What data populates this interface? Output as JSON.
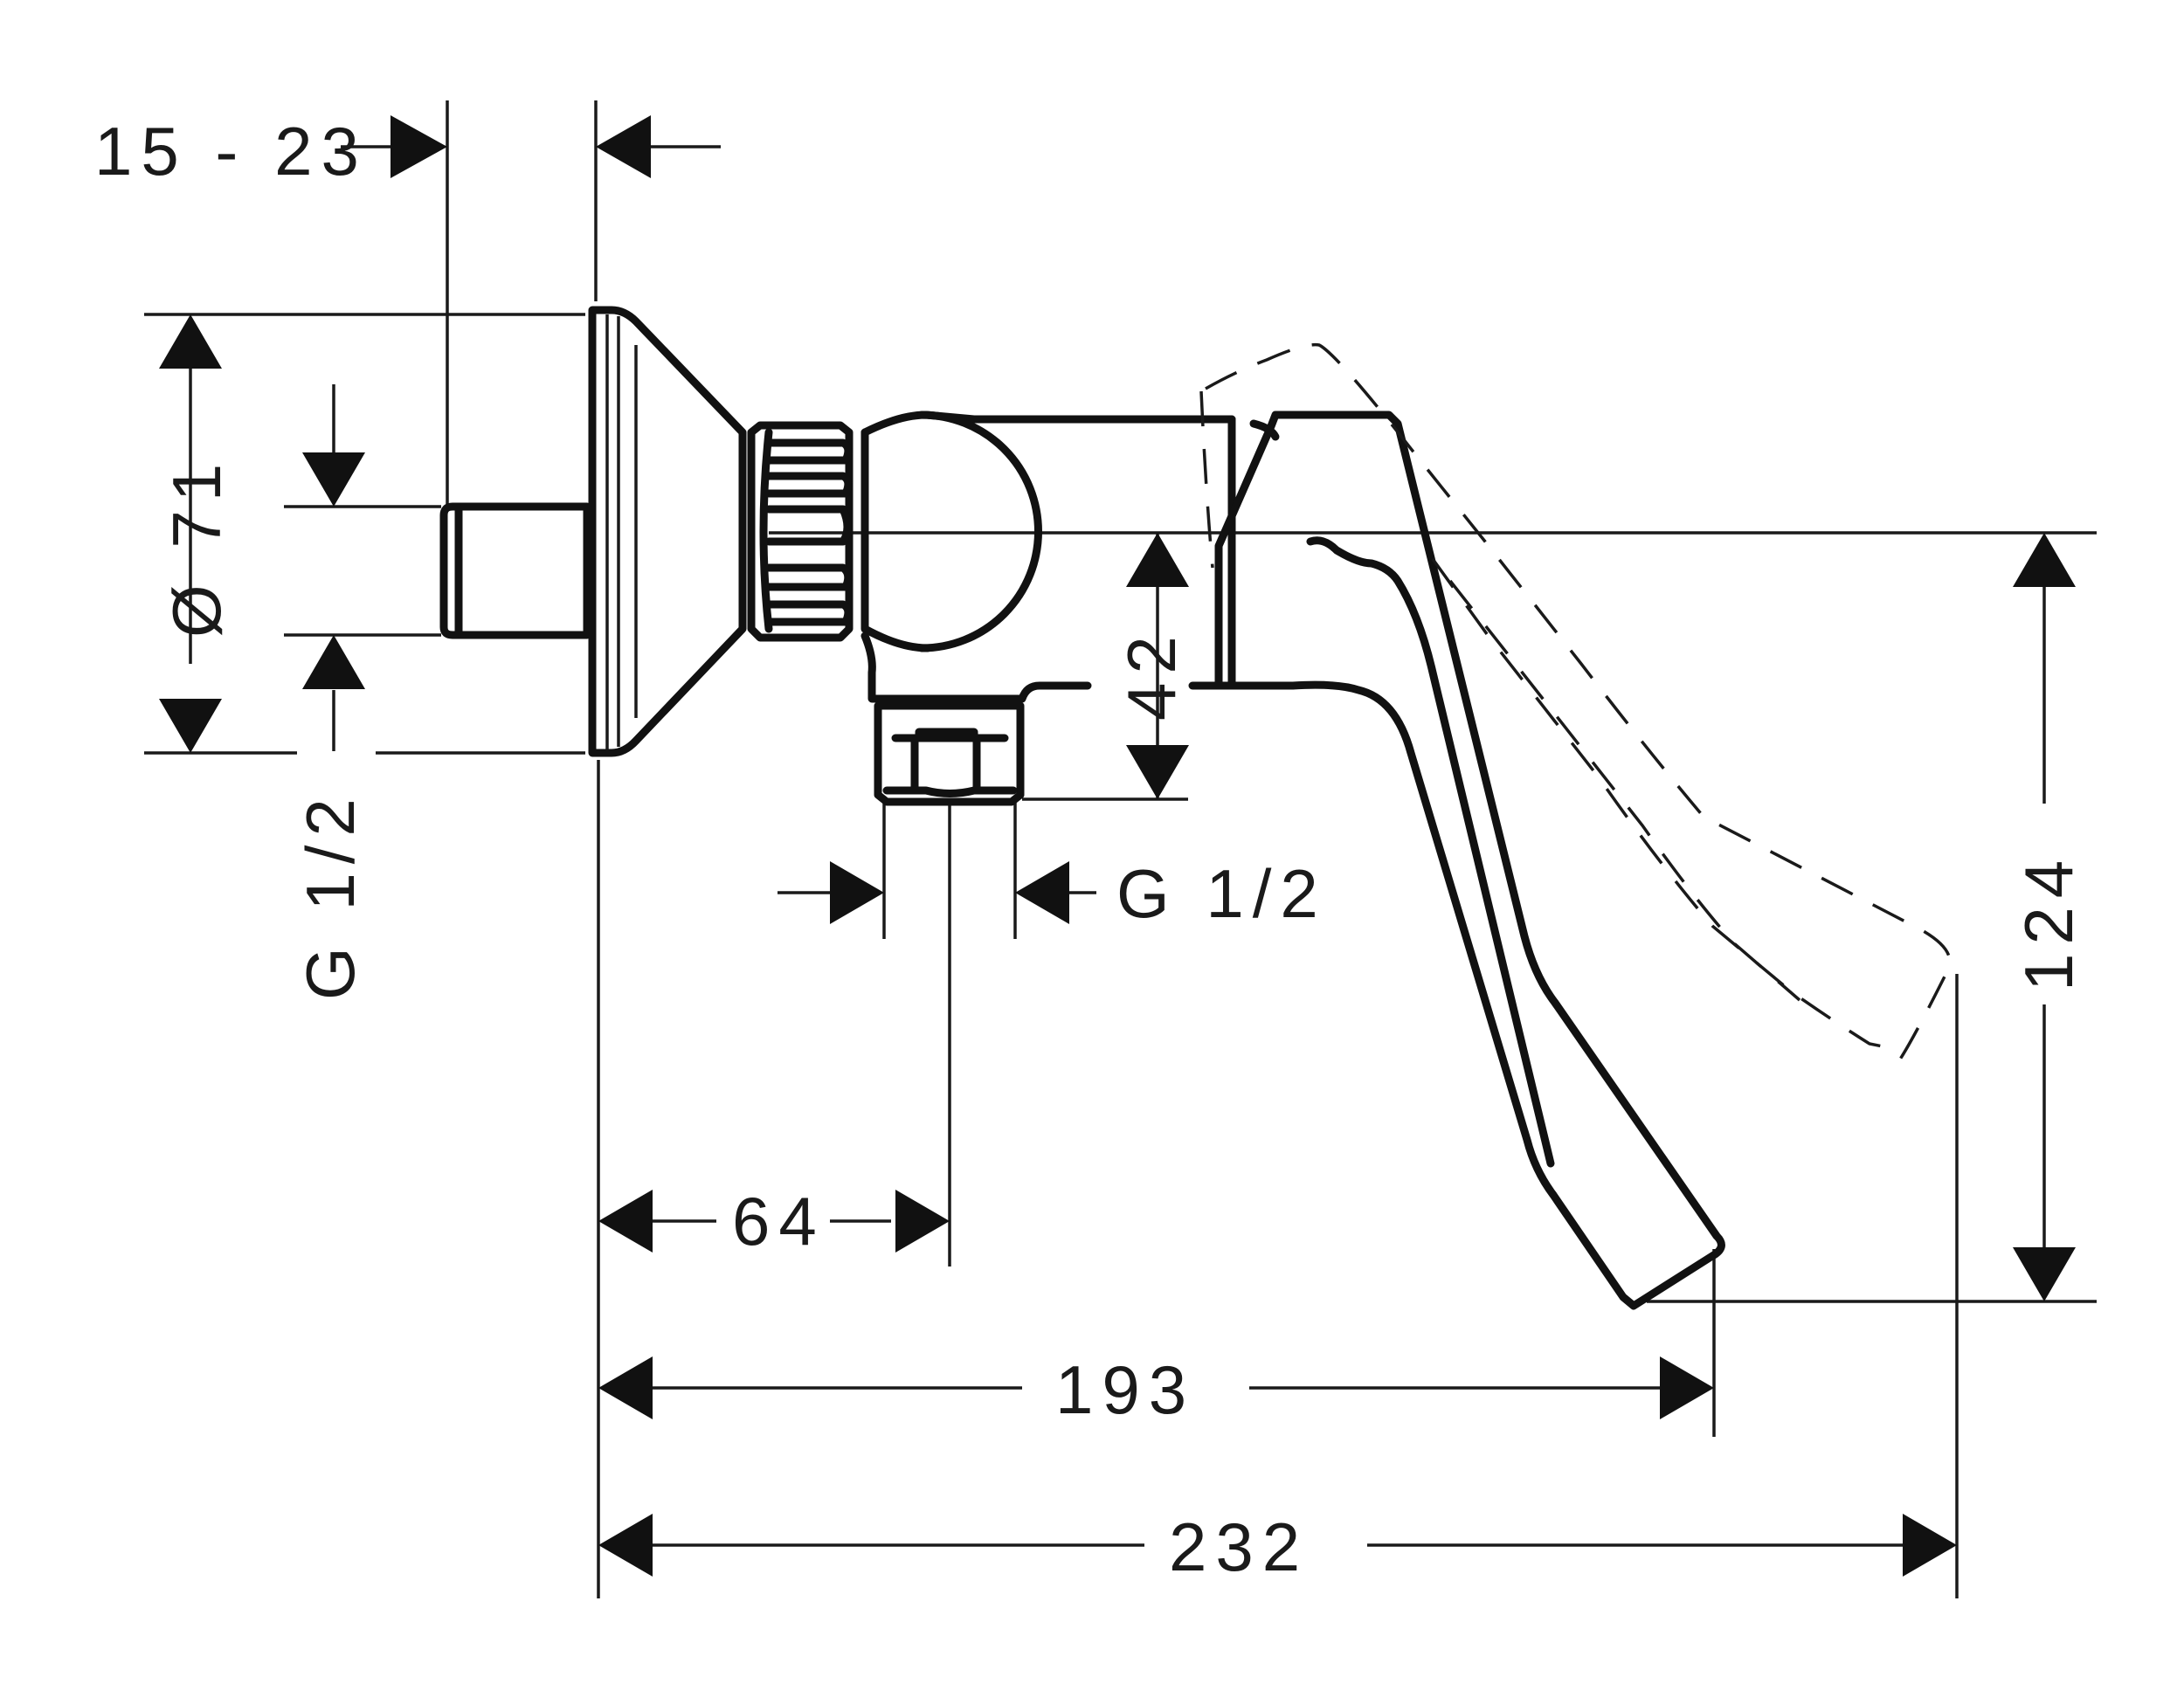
{
  "dimensions": {
    "wall_offset": "15 - 23",
    "rosette_diameter": "Ø 71",
    "inlet_thread": "G 1/2",
    "outlet_thread": "G 1/2",
    "outlet_drop": "42",
    "outlet_distance": "64",
    "lever_reach": "193",
    "total_reach": "232",
    "total_height": "124"
  },
  "colors": {
    "line": "#111111",
    "background": "#ffffff"
  }
}
